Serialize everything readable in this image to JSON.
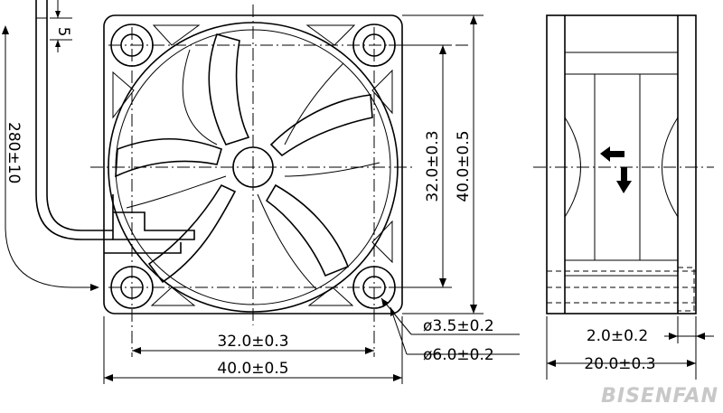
{
  "dimensions": {
    "lead_length": "280±10",
    "lead_offset": "5",
    "hole_spacing_vertical": "32.0±0.3",
    "frame_height": "40.0±0.5",
    "hole_spacing_horizontal": "32.0±0.3",
    "frame_width": "40.0±0.5",
    "mount_hole_diameter": "ø3.5±0.2",
    "mount_boss_diameter": "ø6.0±0.2",
    "side_flange": "2.0±0.2",
    "fan_thickness": "20.0±0.3"
  },
  "brand": {
    "logo_text": "BISENFAN"
  },
  "airflow": {
    "arrow_left": "airflow-arrow-icon",
    "arrow_down": "rotation-arrow-icon"
  }
}
